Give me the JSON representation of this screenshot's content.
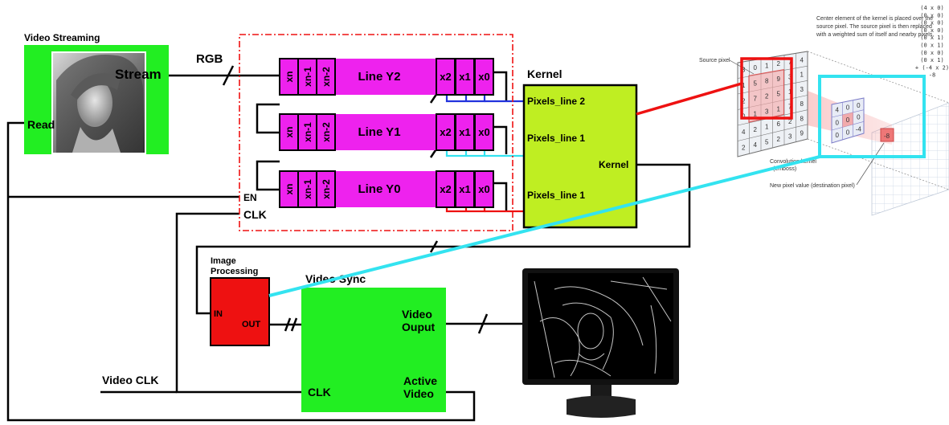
{
  "video_streaming": {
    "title": "Video Streaming",
    "stream": "Stream",
    "read": "Read"
  },
  "rgb_label": "RGB",
  "line_buffers": [
    {
      "name": "Line Y2",
      "cells_left": [
        "xn",
        "xn-1",
        "xn-2"
      ],
      "cells_right": [
        "x2",
        "x1",
        "x0"
      ]
    },
    {
      "name": "Line Y1",
      "cells_left": [
        "xn",
        "xn-1",
        "xn-2"
      ],
      "cells_right": [
        "x2",
        "x1",
        "x0"
      ]
    },
    {
      "name": "Line Y0",
      "cells_left": [
        "xn",
        "xn-1",
        "xn-2"
      ],
      "cells_right": [
        "x2",
        "x1",
        "x0"
      ]
    }
  ],
  "buffer_pins": {
    "en": "EN",
    "clk": "CLK"
  },
  "kernel": {
    "title": "Kernel",
    "inputs": [
      "Pixels_line 2",
      "Pixels_line 1",
      "Pixels_line 1"
    ],
    "output": "Kernel"
  },
  "image_processing": {
    "title_line1": "Image",
    "title_line2": "Processing",
    "in": "IN",
    "out": "OUT"
  },
  "video_sync": {
    "title": "Video Sync",
    "output_line1": "Video",
    "output_line2": "Ouput",
    "clk": "CLK",
    "active_line1": "Active",
    "active_line2": "Video"
  },
  "video_clk": "Video CLK",
  "convolution": {
    "description_lines": [
      "Center element of the kernel is placed over the",
      "source pixel. The source pixel is then replaced",
      "with a weighted sum of itself and nearby pixels."
    ],
    "calc_lines": [
      "(4 x 0)",
      "(0 x 0)",
      "(0 x 0)",
      "(0 x 0)",
      "(0 x 1)",
      "(0 x 1)",
      "(0 x 0)",
      "(0 x 1)",
      "+ (-4 x 2)",
      "-8"
    ],
    "source_pixel": "Source pixel",
    "kernel_label_line1": "Convolution kernel",
    "kernel_label_line2": "(emboss)",
    "new_pixel": "New pixel value (destination pixel)",
    "result": "-8",
    "source_grid": [
      [
        "3",
        "0",
        "1",
        "2",
        "7",
        "4"
      ],
      [
        "1",
        "5",
        "8",
        "9",
        "3",
        "1"
      ],
      [
        "2",
        "7",
        "2",
        "5",
        "1",
        "3"
      ],
      [
        "0",
        "1",
        "3",
        "1",
        "7",
        "8"
      ],
      [
        "4",
        "2",
        "1",
        "6",
        "2",
        "8"
      ],
      [
        "2",
        "4",
        "5",
        "2",
        "3",
        "9"
      ]
    ],
    "kernel_grid": [
      [
        "4",
        "0",
        "0"
      ],
      [
        "0",
        "0",
        "0"
      ],
      [
        "0",
        "0",
        "-4"
      ]
    ]
  },
  "colors": {
    "green": "#22ee22",
    "magenta": "#ee22ee",
    "kernel_fill": "#bfee22",
    "red": "#ee1111",
    "cyan": "#33e3f0",
    "blue": "#2233dd"
  },
  "icons": [
    "lena-photo",
    "monitor-display"
  ]
}
